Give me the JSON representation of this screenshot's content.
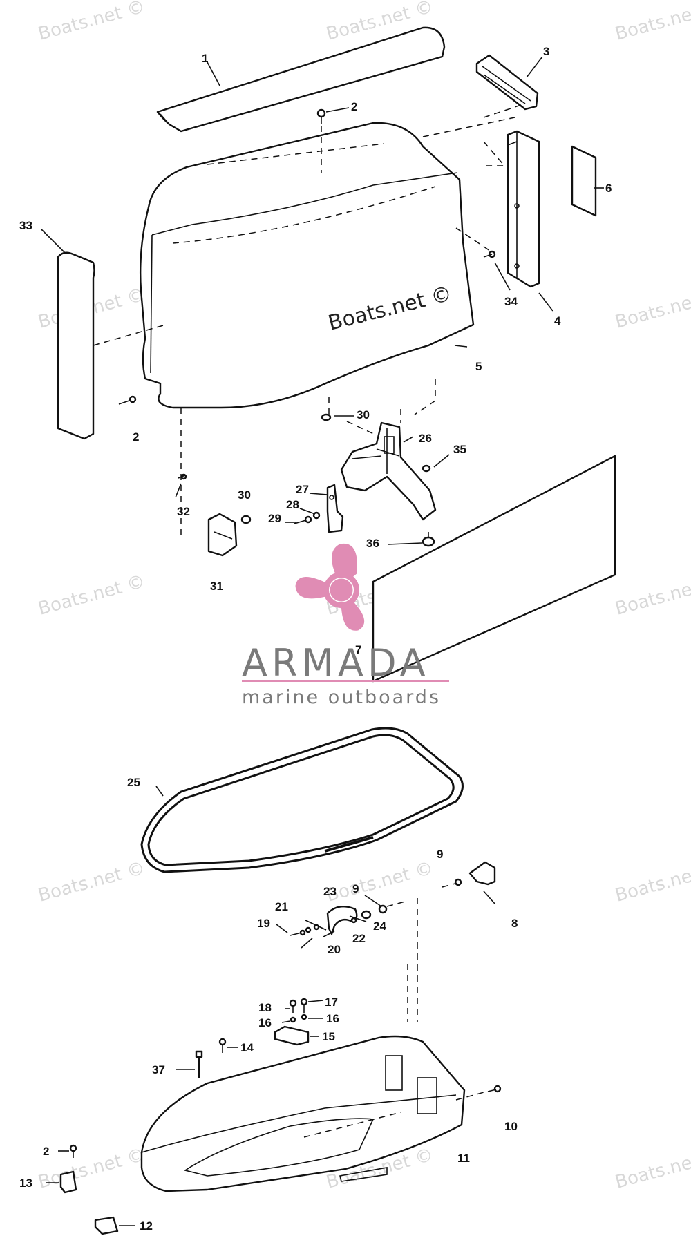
{
  "watermark": {
    "text": "Boats.net",
    "main_text": "Boats.net ©"
  },
  "logo": {
    "word": "ARMADA",
    "tagline": "marine outboards",
    "accent_color": "#e08cb4"
  },
  "part_labels": {
    "p1": "1",
    "p2a": "2",
    "p2b": "2",
    "p2c": "2",
    "p3": "3",
    "p4": "4",
    "p5": "5",
    "p6": "6",
    "p7": "7",
    "p8": "8",
    "p9a": "9",
    "p9b": "9",
    "p10": "10",
    "p11": "11",
    "p12": "12",
    "p13": "13",
    "p14": "14",
    "p15": "15",
    "p16a": "16",
    "p16b": "16",
    "p17": "17",
    "p18": "18",
    "p19": "19",
    "p20": "20",
    "p21": "21",
    "p22": "22",
    "p23": "23",
    "p24": "24",
    "p25": "25",
    "p26": "26",
    "p27": "27",
    "p28": "28",
    "p29": "29",
    "p30a": "30",
    "p30b": "30",
    "p31": "31",
    "p32": "32",
    "p33": "33",
    "p34": "34",
    "p35": "35",
    "p36": "36",
    "p37": "37"
  }
}
